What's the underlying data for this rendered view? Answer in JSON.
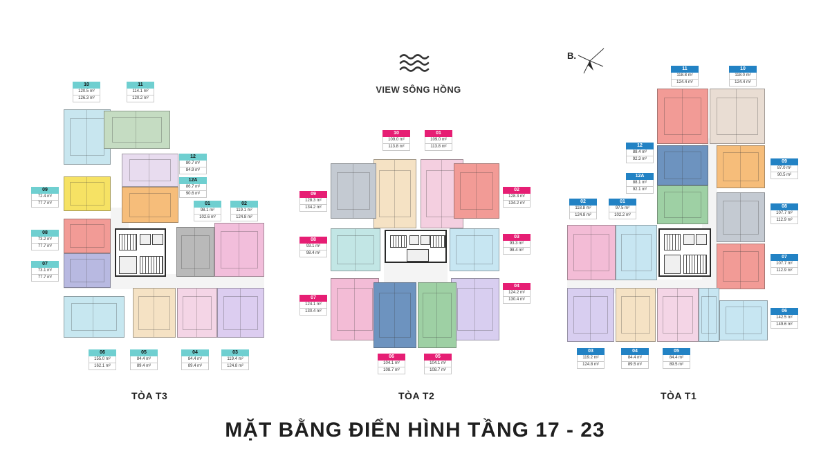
{
  "header": {
    "view_title": "VIEW SÔNG HỒNG",
    "compass_label": "B."
  },
  "footer": {
    "title": "MẶT BẰNG ĐIỂN HÌNH TẦNG 17 - 23"
  },
  "colors": {
    "t3_label": "#6fcfd0",
    "t2_label": "#e61e74",
    "t1_label": "#2282c4"
  },
  "towers": {
    "t3": {
      "name": "TÒA T3",
      "units": [
        {
          "id": "10",
          "a1": "120.5 m²",
          "a2": "126.3 m²"
        },
        {
          "id": "11",
          "a1": "114.1 m²",
          "a2": "120.2 m²"
        },
        {
          "id": "12",
          "a1": "80.7 m²",
          "a2": "84.9 m²"
        },
        {
          "id": "12A",
          "a1": "86.7 m²",
          "a2": "90.6 m²"
        },
        {
          "id": "01",
          "a1": "98.1 m²",
          "a2": "102.6 m²"
        },
        {
          "id": "02",
          "a1": "119.1 m²",
          "a2": "124.8 m²"
        },
        {
          "id": "09",
          "a1": "72.4 m²",
          "a2": "77.7 m²"
        },
        {
          "id": "08",
          "a1": "73.2 m²",
          "a2": "77.7 m²"
        },
        {
          "id": "07",
          "a1": "73.1 m²",
          "a2": "77.7 m²"
        },
        {
          "id": "06",
          "a1": "155.0 m²",
          "a2": "162.1 m²"
        },
        {
          "id": "05",
          "a1": "84.4 m²",
          "a2": "89.4 m²"
        },
        {
          "id": "04",
          "a1": "84.4 m²",
          "a2": "89.4 m²"
        },
        {
          "id": "03",
          "a1": "119.4 m²",
          "a2": "124.8 m²"
        }
      ]
    },
    "t2": {
      "name": "TÒA T2",
      "units": [
        {
          "id": "10",
          "a1": "109.0 m²",
          "a2": "113.8 m²"
        },
        {
          "id": "01",
          "a1": "109.0 m²",
          "a2": "113.8 m²"
        },
        {
          "id": "09",
          "a1": "128.3 m²",
          "a2": "134.2 m²"
        },
        {
          "id": "02",
          "a1": "128.3 m²",
          "a2": "134.2 m²"
        },
        {
          "id": "08",
          "a1": "93.1 m²",
          "a2": "98.4 m²"
        },
        {
          "id": "03",
          "a1": "93.3 m²",
          "a2": "98.4 m²"
        },
        {
          "id": "07",
          "a1": "124.1 m²",
          "a2": "130.4 m²"
        },
        {
          "id": "04",
          "a1": "124.2 m²",
          "a2": "130.4 m²"
        },
        {
          "id": "06",
          "a1": "104.1 m²",
          "a2": "108.7 m²"
        },
        {
          "id": "05",
          "a1": "104.1 m²",
          "a2": "108.7 m²"
        }
      ]
    },
    "t1": {
      "name": "TÒA T1",
      "units": [
        {
          "id": "11",
          "a1": "118.8 m²",
          "a2": "124.4 m²"
        },
        {
          "id": "10",
          "a1": "118.0 m²",
          "a2": "124.4 m²"
        },
        {
          "id": "12",
          "a1": "88.4 m²",
          "a2": "92.3 m²"
        },
        {
          "id": "12A",
          "a1": "88.1 m²",
          "a2": "92.1 m²"
        },
        {
          "id": "09",
          "a1": "87.0 m²",
          "a2": "90.5 m²"
        },
        {
          "id": "02",
          "a1": "118.8 m²",
          "a2": "124.8 m²"
        },
        {
          "id": "01",
          "a1": "97.5 m²",
          "a2": "102.2 m²"
        },
        {
          "id": "08",
          "a1": "107.7 m²",
          "a2": "112.9 m²"
        },
        {
          "id": "07",
          "a1": "107.7 m²",
          "a2": "112.9 m²"
        },
        {
          "id": "06",
          "a1": "142.5 m²",
          "a2": "149.6 m²"
        },
        {
          "id": "03",
          "a1": "119.2 m²",
          "a2": "124.8 m²"
        },
        {
          "id": "04",
          "a1": "84.4 m²",
          "a2": "89.5 m²"
        },
        {
          "id": "05",
          "a1": "84.4 m²",
          "a2": "89.5 m²"
        }
      ]
    }
  }
}
